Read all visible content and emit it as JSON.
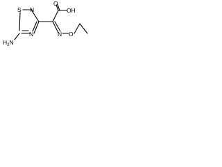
{
  "molecule": {
    "atoms": {
      "S": "S",
      "N_ring_top": "N",
      "N_ring_bottom": "N",
      "amino_group": "H2N",
      "carbonyl_O": "O",
      "hydroxyl": "OH",
      "oxime_N": "N",
      "oxime_O": "O"
    }
  },
  "colors": {
    "bond": "#000000",
    "label": "#000000",
    "background": "#ffffff"
  }
}
